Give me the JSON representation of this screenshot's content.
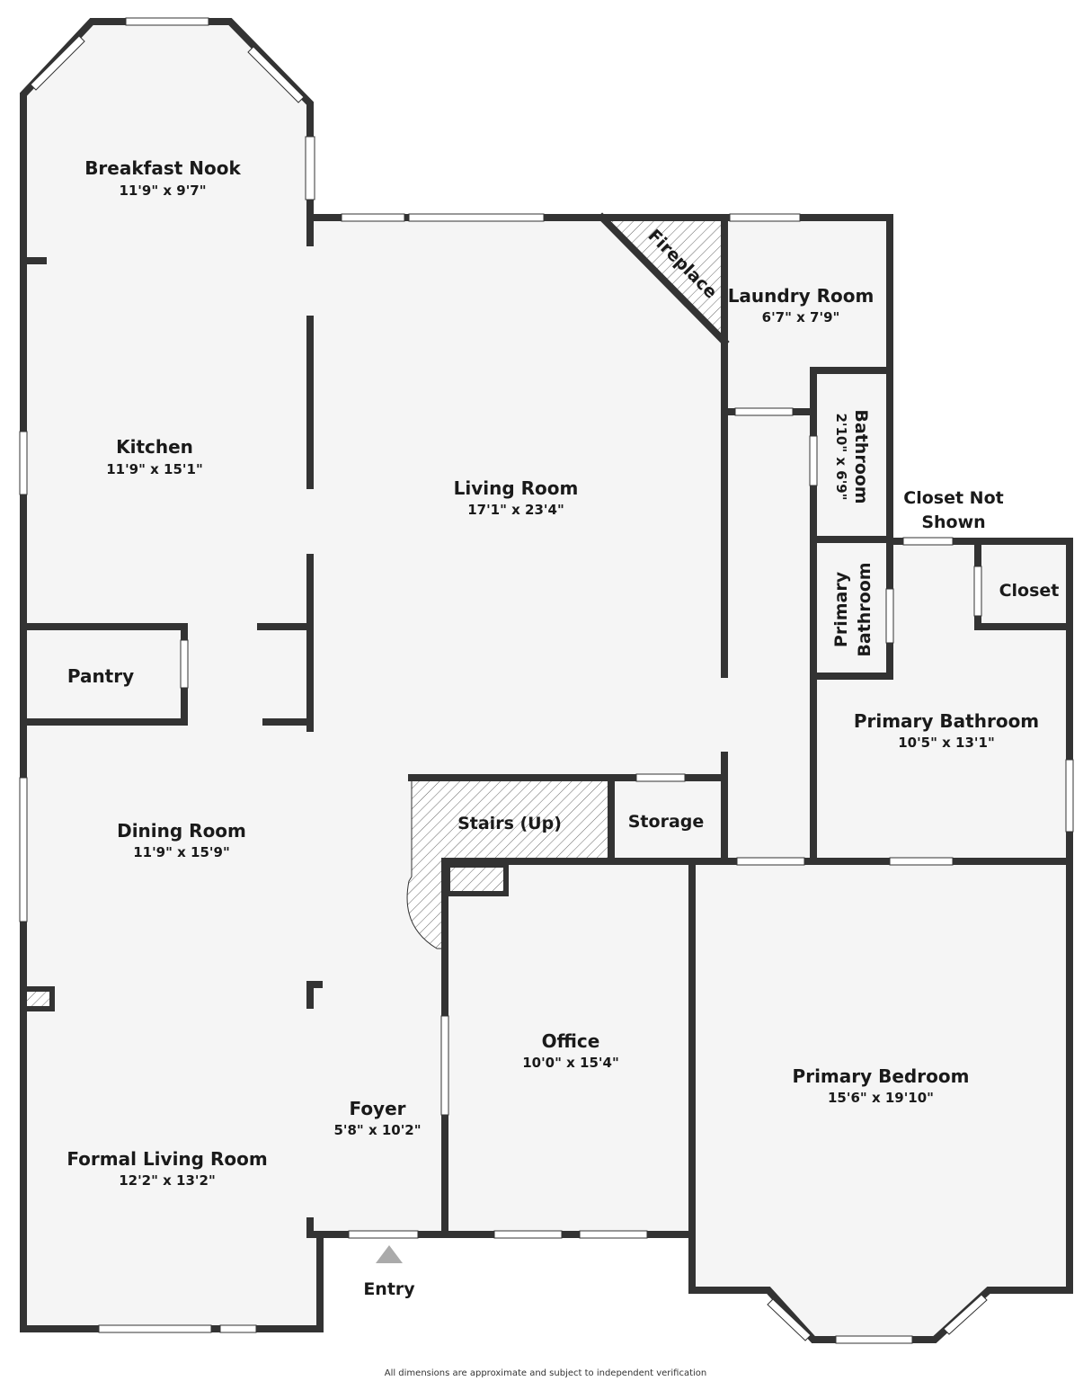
{
  "rooms": {
    "breakfast_nook": {
      "name": "Breakfast Nook",
      "dim": "11'9\" x 9'7\""
    },
    "kitchen": {
      "name": "Kitchen",
      "dim": "11'9\" x 15'1\""
    },
    "pantry": {
      "name": "Pantry"
    },
    "dining_room": {
      "name": "Dining Room",
      "dim": "11'9\" x 15'9\""
    },
    "formal_living_room": {
      "name": "Formal Living Room",
      "dim": "12'2\" x 13'2\""
    },
    "living_room": {
      "name": "Living Room",
      "dim": "17'1\" x 23'4\""
    },
    "fireplace": {
      "name": "Fireplace"
    },
    "laundry_room": {
      "name": "Laundry Room",
      "dim": "6'7\" x 7'9\""
    },
    "bathroom": {
      "name": "Bathroom",
      "dim": "2'10\" x 6'9\""
    },
    "closet_not_shown": {
      "line1": "Closet Not",
      "line2": "Shown"
    },
    "closet": {
      "name": "Closet"
    },
    "primary_bathroom_small": {
      "line1": "Primary",
      "line2": "Bathroom"
    },
    "primary_bathroom": {
      "name": "Primary Bathroom",
      "dim": "10'5\" x 13'1\""
    },
    "stairs": {
      "name": "Stairs (Up)"
    },
    "storage": {
      "name": "Storage"
    },
    "office": {
      "name": "Office",
      "dim": "10'0\" x 15'4\""
    },
    "foyer": {
      "name": "Foyer",
      "dim": "5'8\" x 10'2\""
    },
    "primary_bedroom": {
      "name": "Primary Bedroom",
      "dim": "15'6\" x 19'10\""
    }
  },
  "entry_label": "Entry",
  "disclaimer": "All dimensions are approximate and subject to independent verification",
  "colors": {
    "wall": "#333333",
    "floor": "#f5f5f5",
    "entry_marker": "#aaaaaa"
  }
}
